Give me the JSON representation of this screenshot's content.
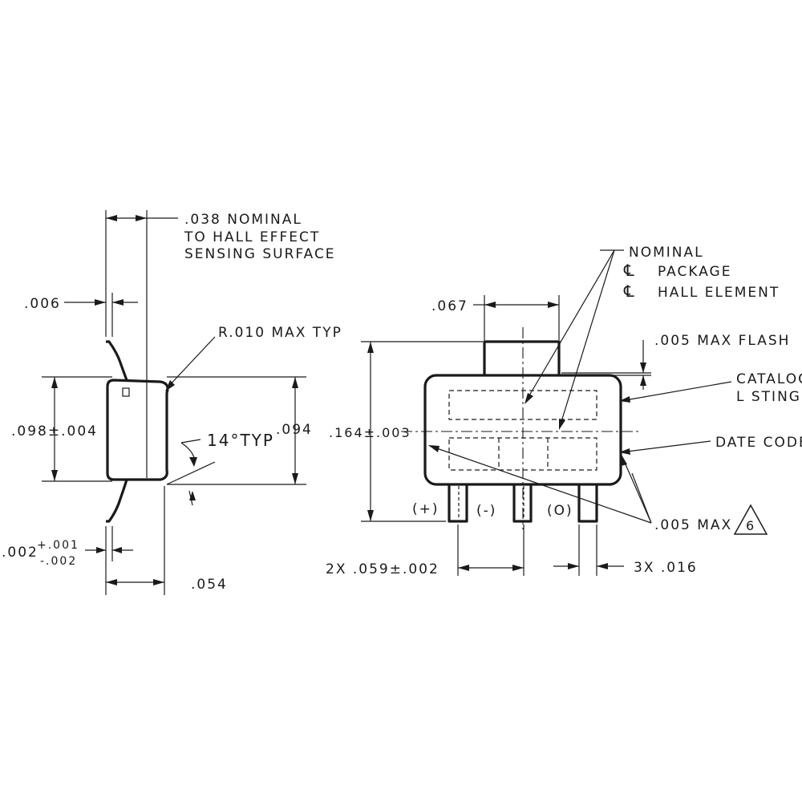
{
  "side_view": {
    "label_038_line1": ".038 NOMINAL",
    "label_038_line2": "TO HALL EFFECT",
    "label_038_line3": "SENSING SURFACE",
    "label_006": ".006",
    "label_radius": "R.010 MAX TYP",
    "label_098": ".098±.004",
    "label_14": "14°TYP",
    "label_094": ".094",
    "label_002_base": ".002",
    "label_002_plus": "+.001",
    "label_002_minus": "-.002",
    "label_054": ".054"
  },
  "front_view": {
    "label_nominal": "NOMINAL",
    "label_package": "PACKAGE",
    "label_hall": "HALL ELEMENT",
    "centerline_symbol": "℄",
    "label_067": ".067",
    "label_flash": ".005 MAX FLASH",
    "label_catalog_line1": "CATALOG",
    "label_catalog_line2": "L STING",
    "label_date": "DATE CODE",
    "label_164": ".164±.003",
    "pin_plus": "(+)",
    "pin_minus": "(-)",
    "pin_out": "(O)",
    "label_005_max": ".005 MAX",
    "note_number": "6",
    "label_059": "2X .059±.002",
    "label_016": "3X .016"
  }
}
